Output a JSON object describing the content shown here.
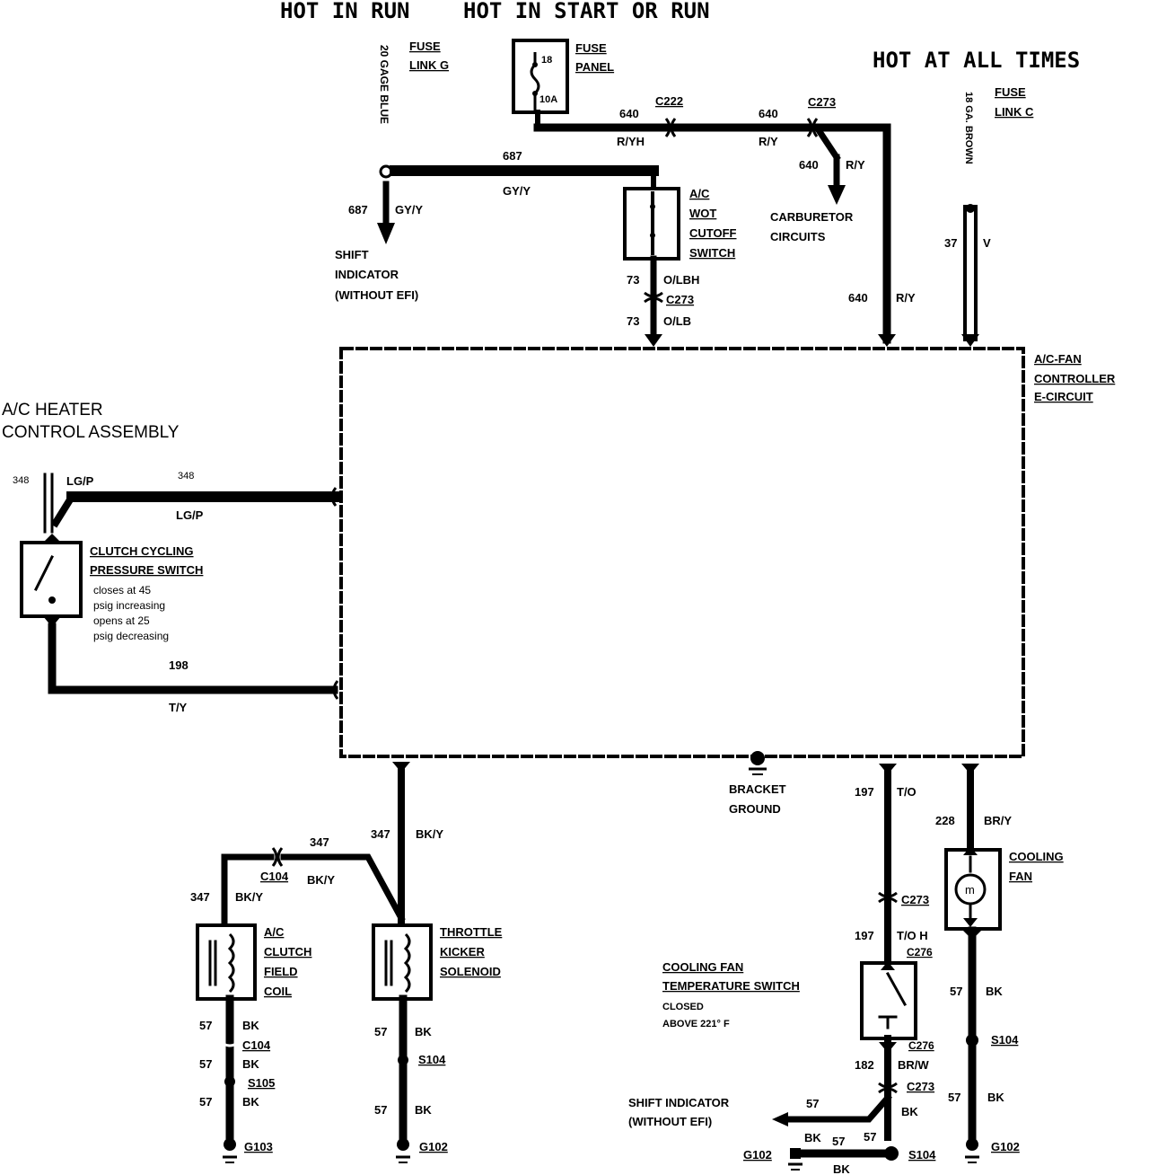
{
  "header": {
    "hot_in_run": "HOT  IN  RUN",
    "hot_in_start_or_run": "HOT  IN  START  OR  RUN",
    "hot_at_all_times": "HOT  AT  ALL  TIMES"
  },
  "fuse_link_g": {
    "line1": "FUSE",
    "line2": "LINK G",
    "wire_desc": "20 GAGE BLUE"
  },
  "fuse_panel": {
    "line1": "FUSE",
    "line2": "PANEL",
    "value_top": "18",
    "value_bottom": "10A"
  },
  "fuse_link_c": {
    "line1": "FUSE",
    "line2": "LINK C",
    "wire_desc": "18 GA. BROWN"
  },
  "wires": {
    "w640_a": "640",
    "w640_a_color": "R/YH",
    "c222": "C222",
    "w640_b": "640",
    "w640_b_color": "R/Y",
    "c273_top": "C273",
    "w640_c": "640",
    "w640_c_color": "R/Y",
    "w640_d": "640",
    "w640_d_color": "R/Y",
    "w687_a": "687",
    "w687_a_color": "GY/Y",
    "w687_b": "687",
    "w687_b_color": "GY/Y",
    "w37": "37",
    "w37_color": "V",
    "w73_a": "73",
    "w73_a_color": "O/LBH",
    "c273_mid": "C273",
    "w73_b": "73",
    "w73_b_color": "O/LB",
    "w348_a": "348",
    "w348_a_color": "LG/P",
    "w348_b": "348",
    "w348_b_color": "LG/P",
    "w198": "198",
    "w198_color": "T/Y",
    "w347_a": "347",
    "w347_a_color": "BK/Y",
    "w347_b": "347",
    "c104_top": "C104",
    "w347_c_color": "BK/Y",
    "w347_d": "347",
    "w347_d_color": "BK/Y",
    "w197_a": "197",
    "w197_a_color": "T/O",
    "w228": "228",
    "w228_color": "BR/Y",
    "c273_r": "C273",
    "w197_b": "197",
    "w197_b_color": "T/O H",
    "c276_a": "C276",
    "c276_b": "C276",
    "w182": "182",
    "w182_color": "BR/W",
    "c273_bot": "C273",
    "w57": "57",
    "bk": "BK",
    "c104_bot": "C104",
    "s105": "S105",
    "s104": "S104",
    "g103": "G103",
    "g102": "G102"
  },
  "shift_indicator_top": {
    "line1": "SHIFT",
    "line2": "INDICATOR",
    "line3": "(WITHOUT EFI)"
  },
  "carburetor": {
    "line1": "CARBURETOR",
    "line2": "CIRCUITS"
  },
  "wot_switch": {
    "line1": "A/C",
    "line2": "WOT",
    "line3": "CUTOFF",
    "line4": "SWITCH"
  },
  "controller": {
    "line1": "A/C-FAN",
    "line2": "CONTROLLER",
    "line3": "E-CIRCUIT"
  },
  "heater_control": {
    "line1": "A/C HEATER",
    "line2": "CONTROL ASSEMBLY"
  },
  "clutch_switch": {
    "line1": "CLUTCH CYCLING",
    "line2": "PRESSURE SWITCH",
    "note1": "closes at 45",
    "note2": "psig increasing",
    "note3": "opens at 25",
    "note4": "psig decreasing"
  },
  "bracket_ground": {
    "line1": "BRACKET",
    "line2": "GROUND"
  },
  "clutch_coil": {
    "line1": "A/C",
    "line2": "CLUTCH",
    "line3": "FIELD",
    "line4": "COIL"
  },
  "throttle_kicker": {
    "line1": "THROTTLE",
    "line2": "KICKER",
    "line3": "SOLENOID"
  },
  "cooling_fan": {
    "line1": "COOLING",
    "line2": "FAN",
    "motor_symbol": "m"
  },
  "temp_switch": {
    "line1": "COOLING FAN",
    "line2": "TEMPERATURE SWITCH",
    "line3": "CLOSED",
    "line4": "ABOVE 221° F"
  },
  "shift_indicator_bot": {
    "line1": "SHIFT INDICATOR",
    "line2": "(WITHOUT EFI)"
  }
}
